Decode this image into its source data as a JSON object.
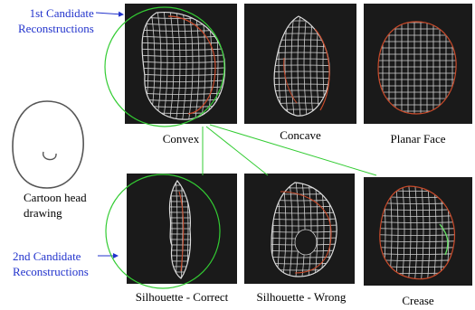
{
  "labels": {
    "first_candidate": [
      "1st Candidate",
      "Reconstructions"
    ],
    "second_candidate": [
      "2nd Candidate",
      "Reconstructions"
    ],
    "sketch": [
      "Cartoon head",
      "drawing"
    ]
  },
  "panels": {
    "top": [
      {
        "id": "convex",
        "caption": "Convex"
      },
      {
        "id": "concave",
        "caption": "Concave"
      },
      {
        "id": "planar",
        "caption": "Planar Face"
      }
    ],
    "bottom": [
      {
        "id": "silhouette-correct",
        "caption": "Silhouette - Correct"
      },
      {
        "id": "silhouette-wrong",
        "caption": "Silhouette - Wrong"
      },
      {
        "id": "crease",
        "caption": "Crease"
      }
    ]
  },
  "colors": {
    "label_blue": "#2233cc",
    "highlight_green": "#33cc33",
    "panel_background": "#1a1a1a",
    "mesh": "#d0d0d0",
    "outline_red": "#c84a2a"
  }
}
